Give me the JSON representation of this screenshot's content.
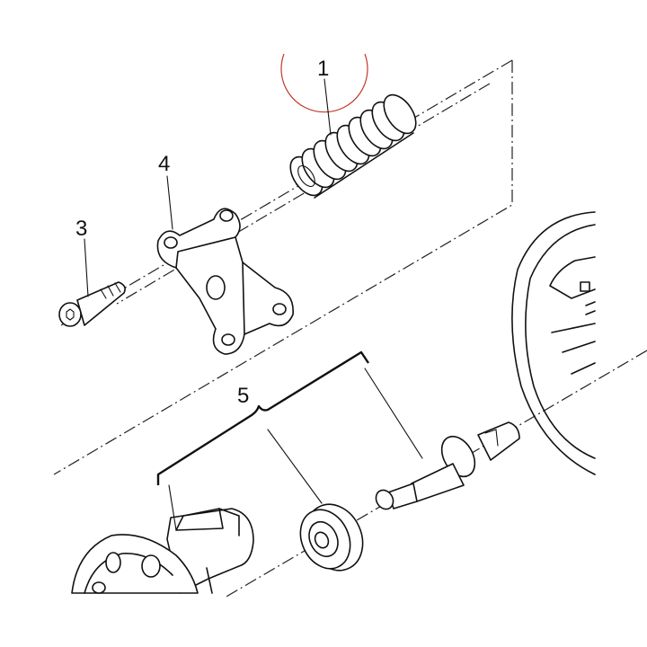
{
  "callouts": {
    "c1": "1",
    "c3": "3",
    "c4": "4",
    "c5": "5"
  },
  "colors": {
    "line": "#111111",
    "annotation_circle": "#c0392b",
    "background": "#ffffff"
  }
}
